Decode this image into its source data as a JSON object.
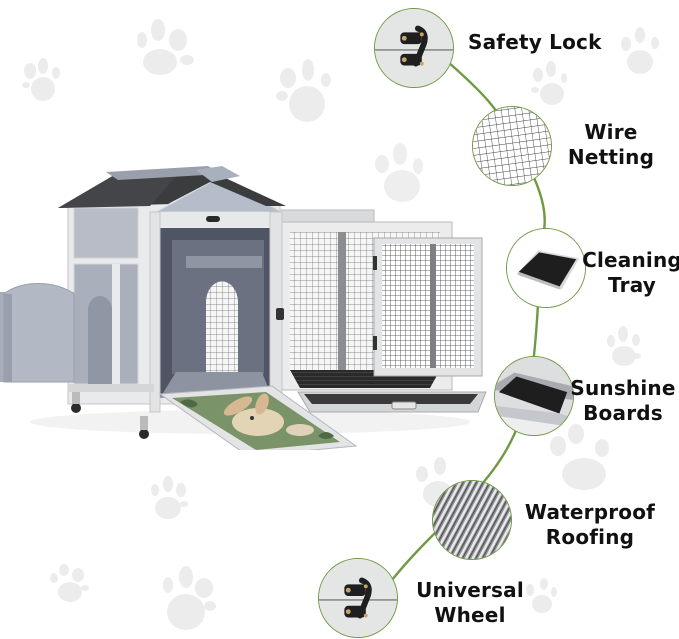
{
  "infographic": {
    "subject": "Rabbit hutch with pull-out tray and ramp",
    "accent_color": "#6f9a44",
    "features": [
      {
        "id": "safety-lock",
        "label_lines": [
          "Safety Lock"
        ],
        "icon": "latch-icon"
      },
      {
        "id": "wire-netting",
        "label_lines": [
          "Wire",
          "Netting"
        ],
        "icon": "wire-mesh-icon"
      },
      {
        "id": "cleaning-tray",
        "label_lines": [
          "Cleaning",
          "Tray"
        ],
        "icon": "tray-icon"
      },
      {
        "id": "sunshine-boards",
        "label_lines": [
          "Sunshine",
          "Boards"
        ],
        "icon": "board-icon"
      },
      {
        "id": "waterproof-roofing",
        "label_lines": [
          "Waterproof",
          "Roofing"
        ],
        "icon": "roofing-icon"
      },
      {
        "id": "universal-wheel",
        "label_lines": [
          "Universal",
          "Wheel"
        ],
        "icon": "latch-icon"
      }
    ]
  }
}
